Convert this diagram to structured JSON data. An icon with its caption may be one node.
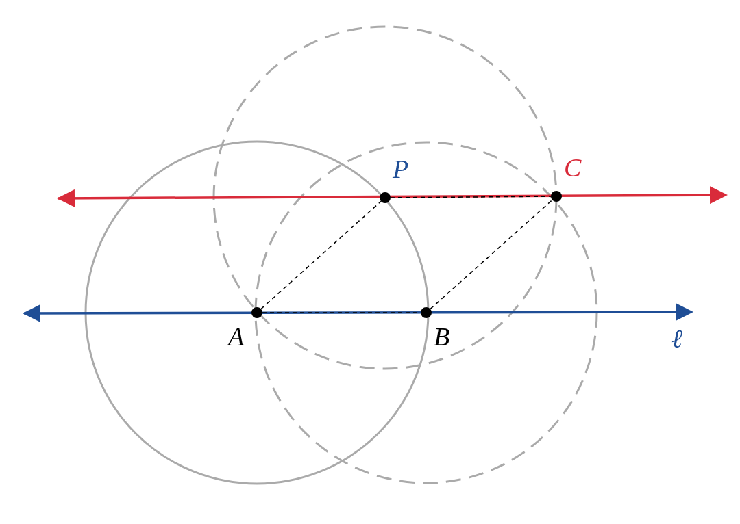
{
  "diagram": {
    "nodes": [
      {
        "text": [],
        "shape": "circle",
        "beside": [
          "A"
        ]
      },
      {
        "text": [],
        "shape": "circle",
        "beside": [
          "B"
        ]
      },
      {
        "text": [],
        "shape": "circle",
        "beside": [
          "P"
        ]
      },
      {
        "text": [],
        "shape": "circle",
        "beside": [
          "C"
        ]
      }
    ],
    "edges": [
      {
        "from": 0,
        "to": 2,
        "arrow": "none",
        "style": "dashed"
      },
      {
        "from": 2,
        "to": 3,
        "arrow": "none",
        "style": "dashed"
      },
      {
        "from": 0,
        "to": 1,
        "arrow": "none",
        "style": "dashed"
      },
      {
        "from": 1,
        "to": 3,
        "arrow": "none",
        "style": "dashed"
      }
    ],
    "labels": [
      "ℓ"
    ]
  }
}
